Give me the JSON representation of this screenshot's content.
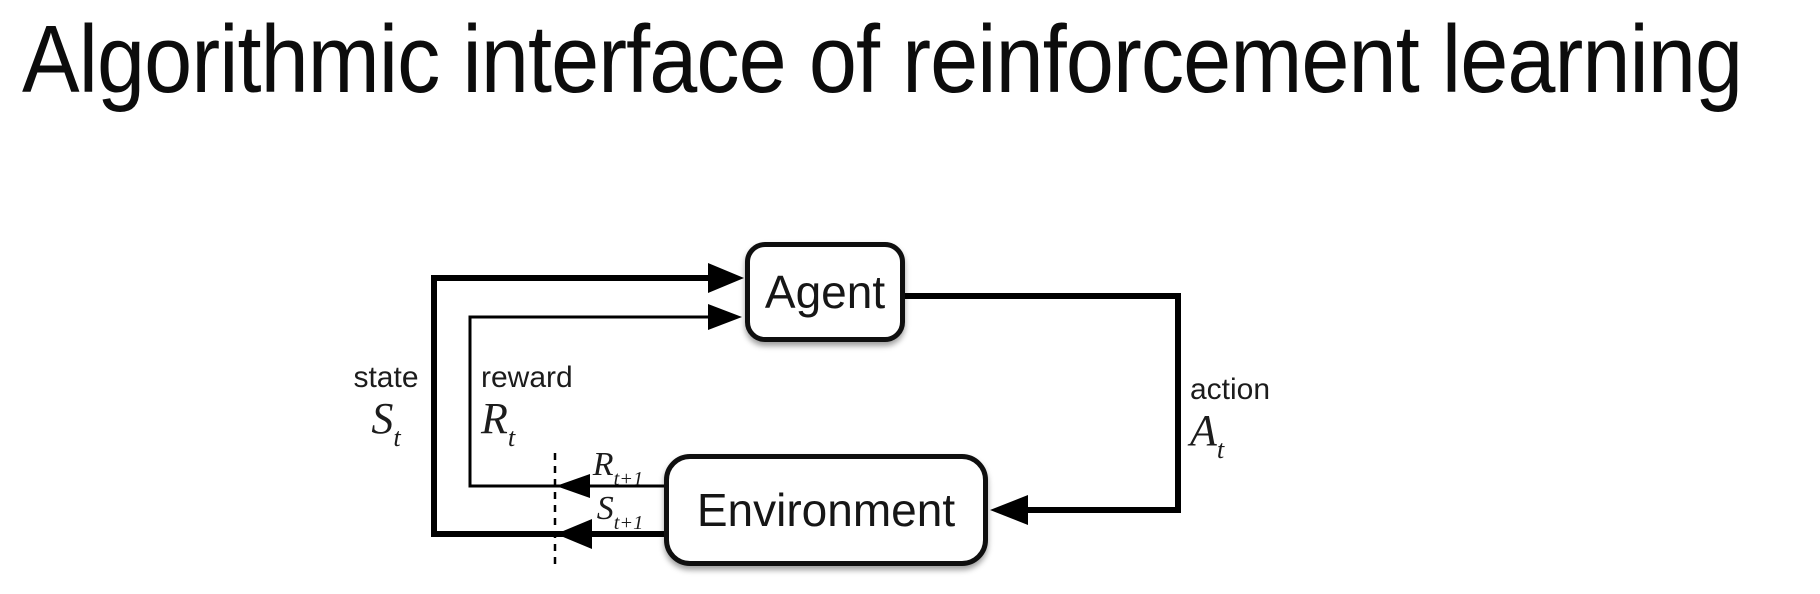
{
  "title": "Algorithmic interface of reinforcement learning",
  "diagram": {
    "agent": {
      "label": "Agent"
    },
    "environment": {
      "label": "Environment"
    },
    "state": {
      "word": "state",
      "symbol": "S",
      "subscript": "t"
    },
    "reward": {
      "word": "reward",
      "symbol": "R",
      "subscript": "t"
    },
    "action": {
      "word": "action",
      "symbol": "A",
      "subscript": "t"
    },
    "next_reward": {
      "symbol": "R",
      "subscript": "t+1"
    },
    "next_state": {
      "symbol": "S",
      "subscript": "t+1"
    },
    "colors": {
      "background": "#ffffff",
      "line": "#000000",
      "box_border": "#0f0f0f",
      "box_fill": "#ffffff",
      "text": "#1c1c1c"
    }
  }
}
